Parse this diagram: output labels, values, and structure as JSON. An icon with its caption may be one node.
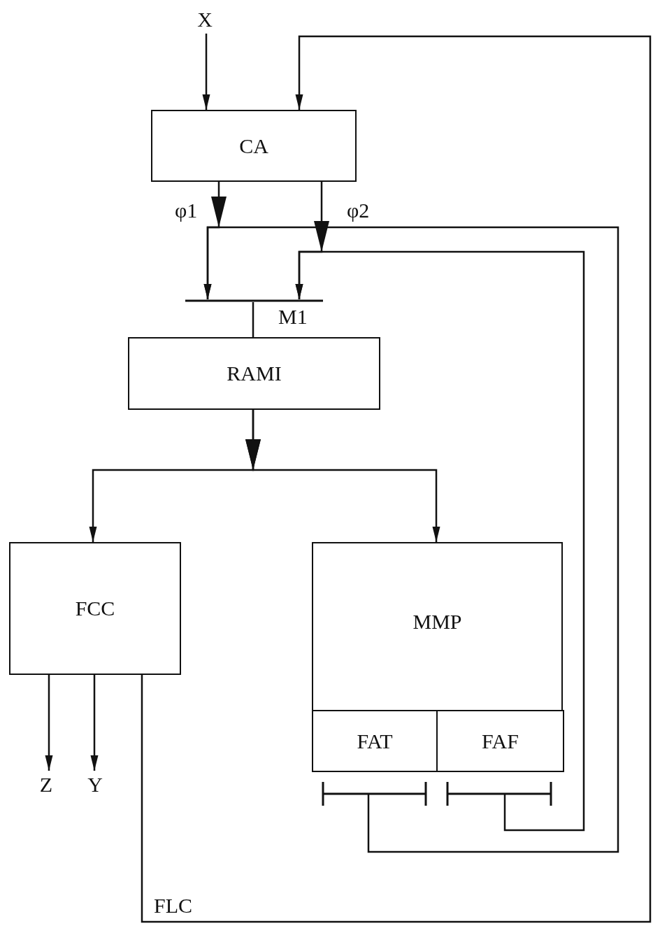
{
  "diagram": {
    "nodes": [
      {
        "text": [
          "X"
        ]
      },
      {
        "text": [
          "CA"
        ]
      },
      {
        "text": [],
        "shape": "bar",
        "beside": [
          "M1"
        ]
      },
      {
        "text": [
          "RAMI"
        ]
      },
      {
        "text": [
          "FCC"
        ]
      },
      {
        "text": [
          "MMP"
        ]
      },
      {
        "text": [
          "FAT"
        ],
        "in": 5
      },
      {
        "text": [
          "FAF"
        ],
        "in": 5
      },
      {
        "text": [],
        "shape": "bar"
      },
      {
        "text": [],
        "shape": "bar"
      },
      {
        "text": [
          "Z"
        ]
      },
      {
        "text": [
          "Y"
        ]
      }
    ],
    "edges": [
      {
        "from": 0,
        "to": 1,
        "arrow": "to"
      },
      {
        "from": 4,
        "to": 1,
        "arrow": "to",
        "label": "FLC"
      },
      {
        "from": 1,
        "to": 2,
        "arrow": "to",
        "label": "φ1"
      },
      {
        "from": 1,
        "to": 2,
        "arrow": "to",
        "label": "φ2"
      },
      {
        "from": 8,
        "to": 2,
        "arrow": "to"
      },
      {
        "from": 9,
        "to": 2,
        "arrow": "to"
      },
      {
        "from": 2,
        "to": 3,
        "arrow": "none"
      },
      {
        "from": 3,
        "to": 4,
        "arrow": "to"
      },
      {
        "from": 3,
        "to": 5,
        "arrow": "to"
      },
      {
        "from": 4,
        "to": 10,
        "arrow": "to"
      },
      {
        "from": 4,
        "to": 11,
        "arrow": "to"
      }
    ]
  }
}
